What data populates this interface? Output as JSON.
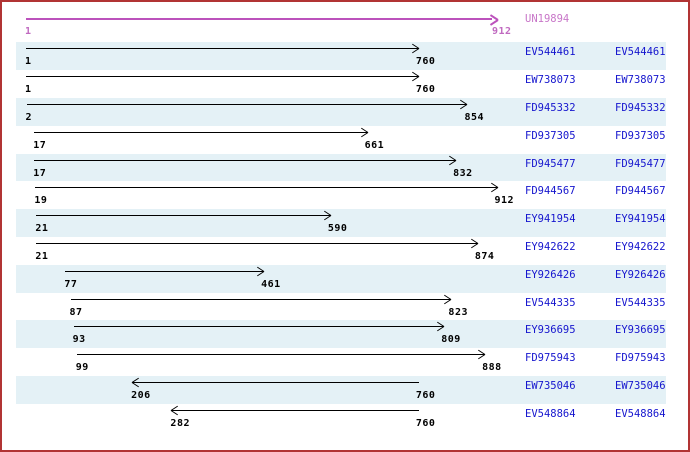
{
  "colors": {
    "frame_border": "#b13434",
    "row_alt_background": "#e4f1f6",
    "reference_color": "#bc52bc",
    "reference_text_color": "#c876c8",
    "alignment_color": "#000000",
    "accession_link_color": "#1515ce"
  },
  "chart_data": {
    "type": "bar",
    "variant": "sequence-alignment-spans",
    "title": "",
    "xlabel": "",
    "ylabel": "",
    "axis_range": [
      1,
      912
    ],
    "legend": "none",
    "grid": false,
    "reference": {
      "label": "UN19894",
      "start": 1,
      "end": 912,
      "strand": "+"
    },
    "rows": [
      {
        "accession": "EV544461",
        "start": 1,
        "end": 760,
        "strand": "+"
      },
      {
        "accession": "EW738073",
        "start": 1,
        "end": 760,
        "strand": "+"
      },
      {
        "accession": "FD945332",
        "start": 2,
        "end": 854,
        "strand": "+"
      },
      {
        "accession": "FD937305",
        "start": 17,
        "end": 661,
        "strand": "+"
      },
      {
        "accession": "FD945477",
        "start": 17,
        "end": 832,
        "strand": "+"
      },
      {
        "accession": "FD944567",
        "start": 19,
        "end": 912,
        "strand": "+"
      },
      {
        "accession": "EY941954",
        "start": 21,
        "end": 590,
        "strand": "+"
      },
      {
        "accession": "EY942622",
        "start": 21,
        "end": 874,
        "strand": "+"
      },
      {
        "accession": "EY926426",
        "start": 77,
        "end": 461,
        "strand": "+"
      },
      {
        "accession": "EV544335",
        "start": 87,
        "end": 823,
        "strand": "+"
      },
      {
        "accession": "EY936695",
        "start": 93,
        "end": 809,
        "strand": "+"
      },
      {
        "accession": "FD975943",
        "start": 99,
        "end": 888,
        "strand": "+"
      },
      {
        "accession": "EW735046",
        "start": 206,
        "end": 760,
        "strand": "-"
      },
      {
        "accession": "EV548864",
        "start": 282,
        "end": 760,
        "strand": "-"
      }
    ]
  }
}
